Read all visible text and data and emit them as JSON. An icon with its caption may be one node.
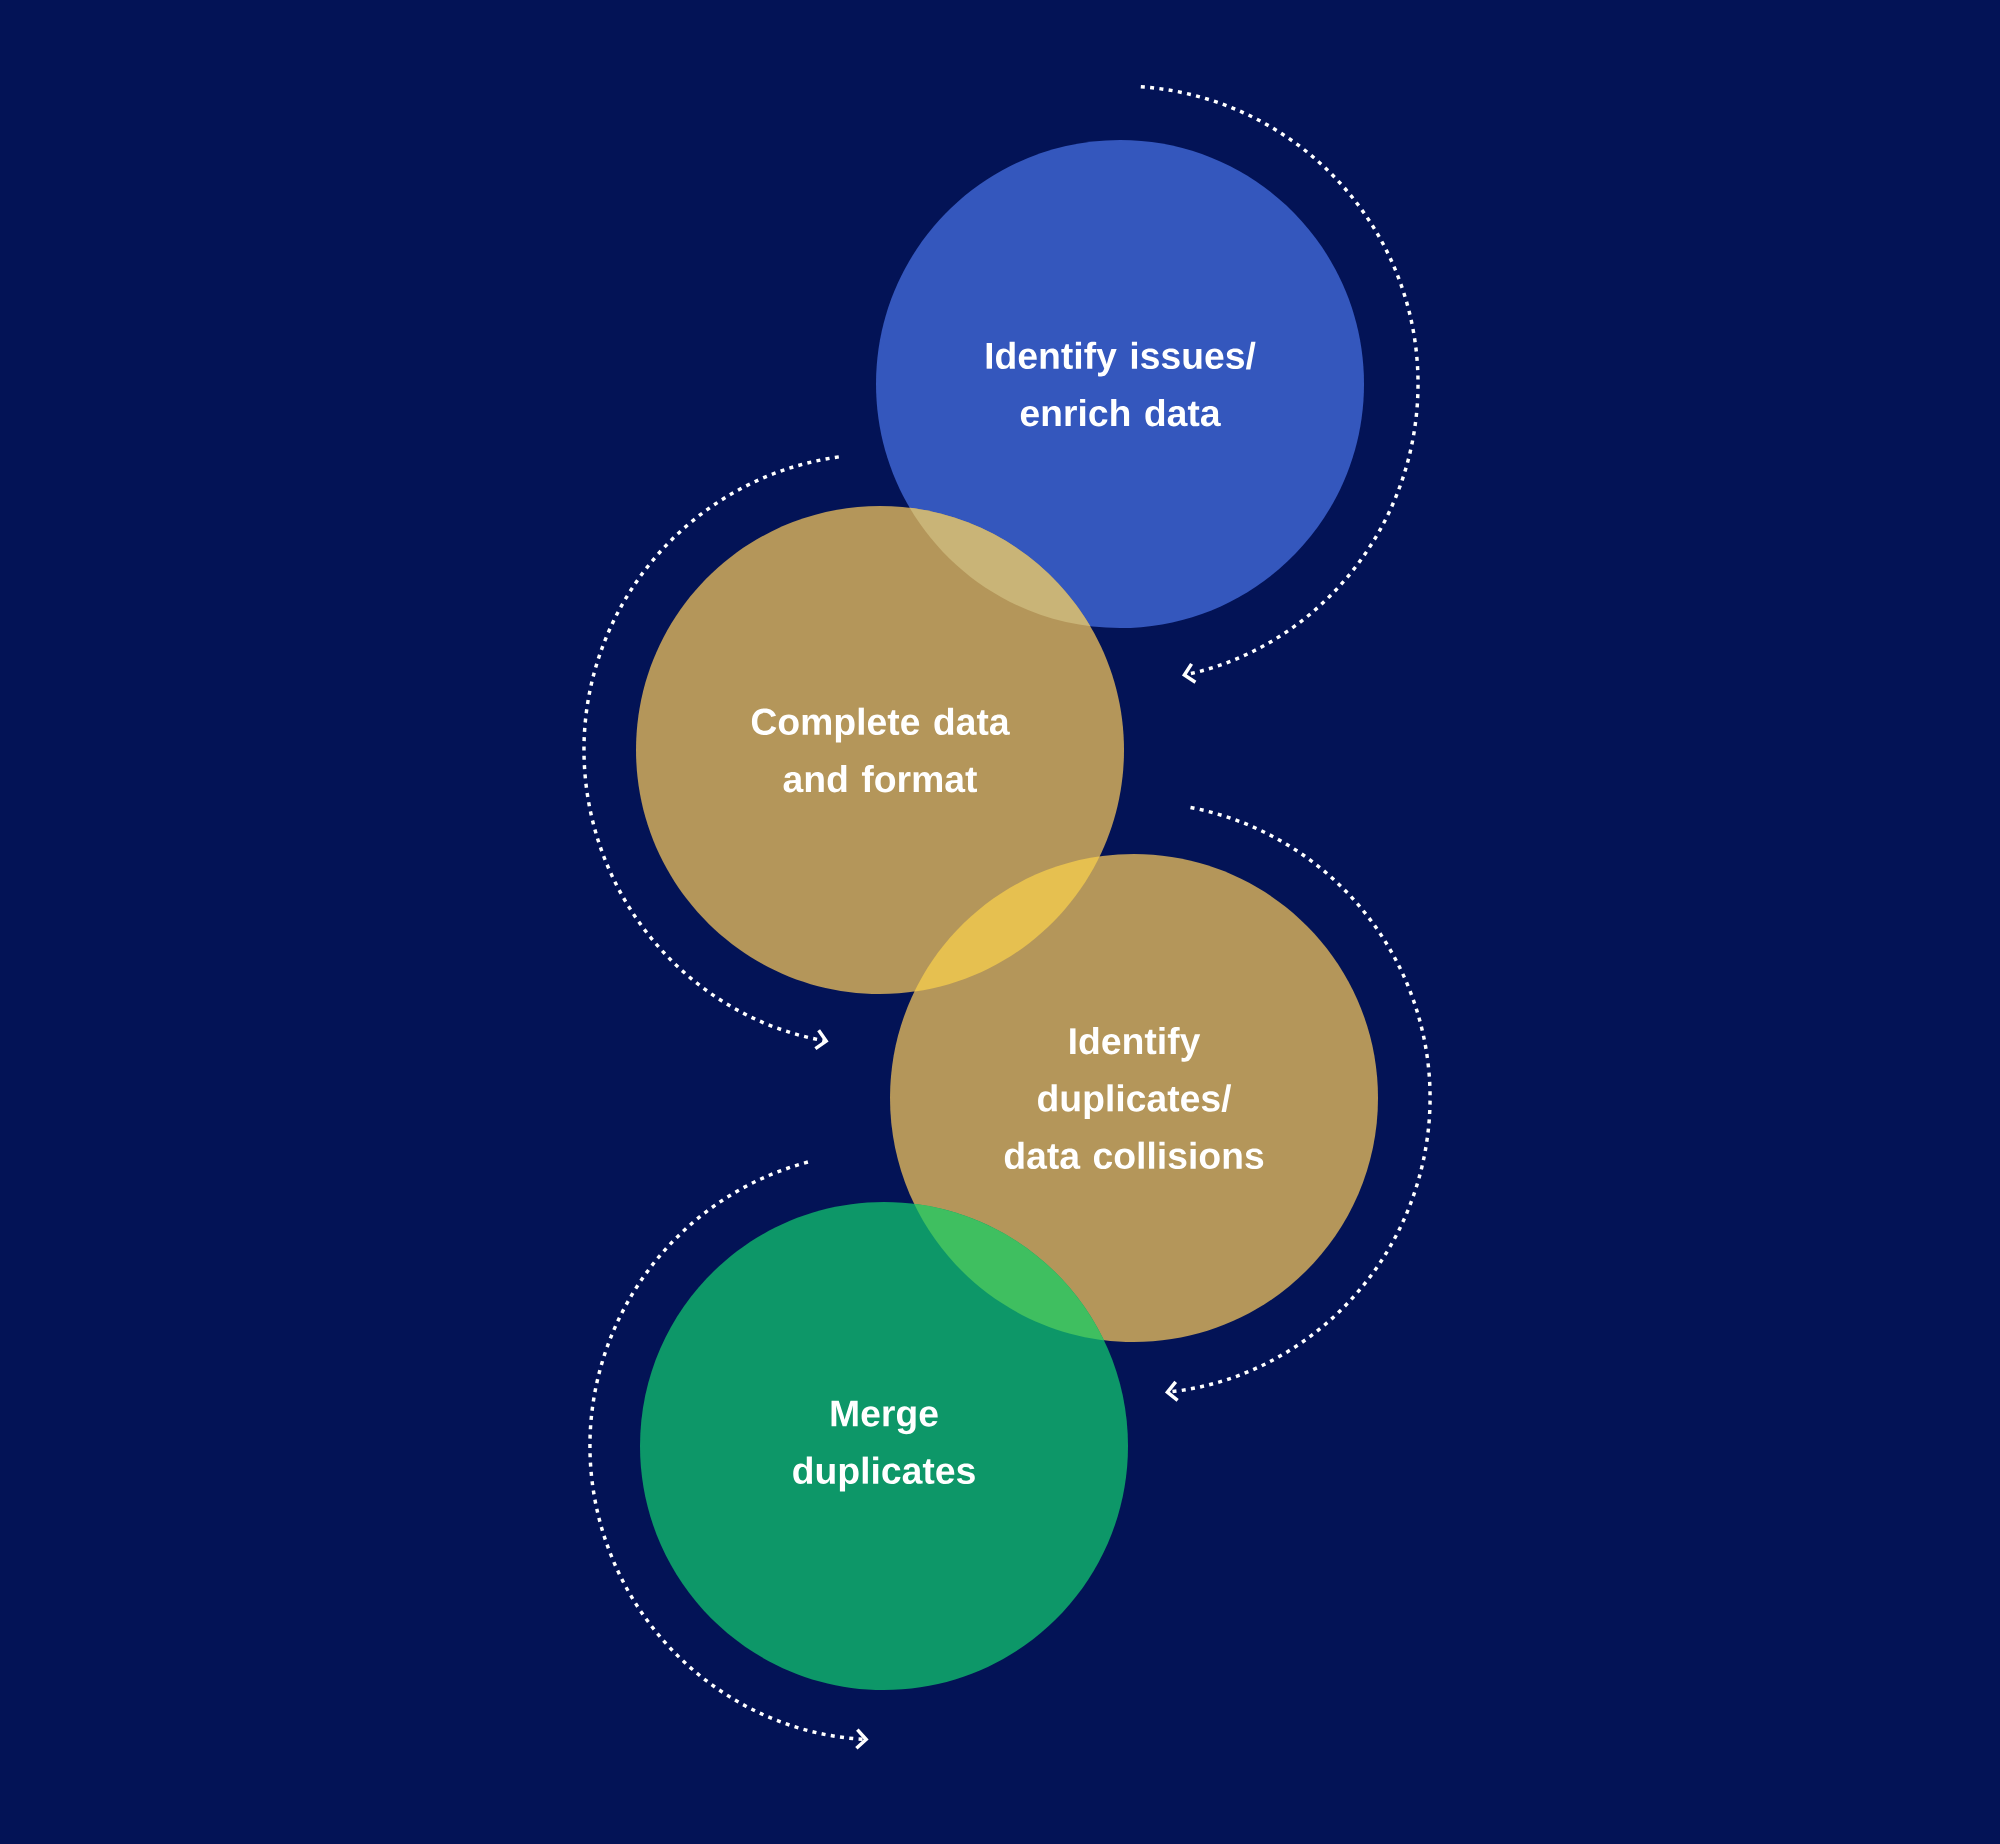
{
  "diagram": {
    "nodes": [
      {
        "text": [
          "Identify issues/ enrich data"
        ]
      },
      {
        "text": [
          "Complete data and format"
        ]
      },
      {
        "text": [
          "Identify duplicates/ data collisions"
        ]
      },
      {
        "text": [
          "Merge duplicates"
        ]
      }
    ]
  }
}
